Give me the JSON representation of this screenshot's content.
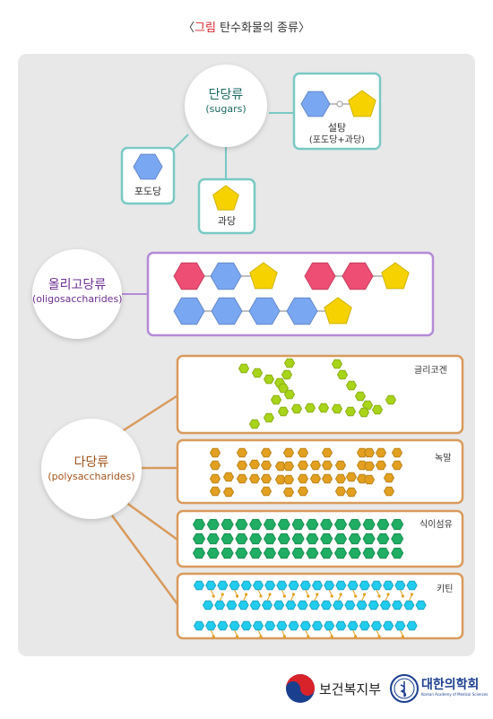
{
  "figure": {
    "title_prefix": "〈",
    "title_red": "그림",
    "title_main": " 탄수화물의 종류〉"
  },
  "sugars": {
    "name": "단당류",
    "name_en": "(sugars)",
    "glucose": "포도당",
    "fructose": "과당",
    "sucrose": "설탕",
    "sucrose_detail": "(포도당+과당)"
  },
  "oligo": {
    "name": "올리고당류",
    "name_en": "(oligosaccharides)"
  },
  "poly": {
    "name": "다당류",
    "name_en": "(polysaccharides)",
    "glycogen": "글리코겐",
    "starch": "녹말",
    "fiber": "식이섬유",
    "chitin": "키틴"
  },
  "footer": {
    "ministry": "보건복지부",
    "academy": "대한의학회",
    "academy_en": "Korean Academy of Medical Sciences"
  },
  "colors": {
    "glucose": "#7aa7f2",
    "fructose": "#f5d200",
    "galactose": "#ee4d74",
    "glycogen": "#a8d41a",
    "starch": "#e3a020",
    "fiber": "#1fae63",
    "chitin": "#22ccee",
    "oligo_border": "#b48ad6",
    "poly_border": "#d99a5c",
    "sugar_border": "#79c9c4"
  }
}
